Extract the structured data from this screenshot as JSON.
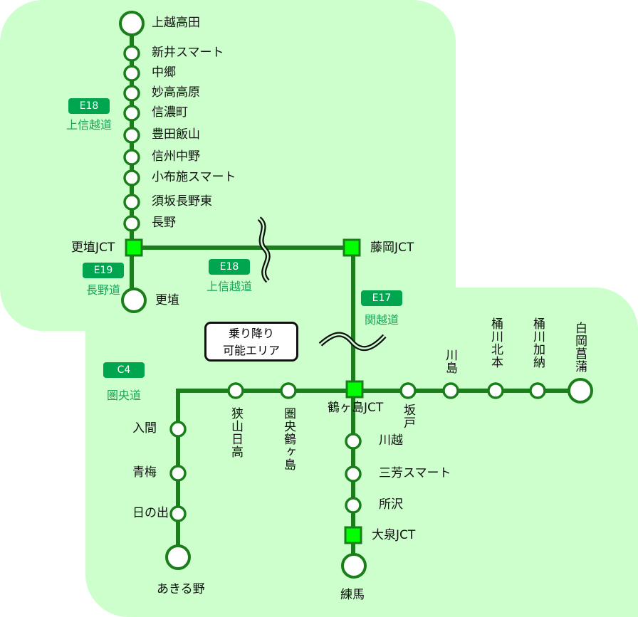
{
  "routes": [
    {
      "code": "E18",
      "name": "上信越道"
    },
    {
      "code": "E19",
      "name": "長野道"
    },
    {
      "code": "E18",
      "name": "上信越道"
    },
    {
      "code": "E17",
      "name": "関越道"
    },
    {
      "code": "C4",
      "name": "圏央道"
    }
  ],
  "note": {
    "line1": "乗り降り",
    "line2": "可能エリア"
  },
  "stations": {
    "joshinetsu": [
      "上越高田",
      "新井スマート",
      "中郷",
      "妙高高原",
      "信濃町",
      "豊田飯山",
      "信州中野",
      "小布施スマート",
      "須坂長野東",
      "長野"
    ],
    "kosyoku_jct": "更埴JCT",
    "kosyoku": "更埴",
    "fujioka_jct": "藤岡JCT",
    "kanetsu": [
      "川越",
      "三芳スマート",
      "所沢"
    ],
    "oizumi_jct": "大泉JCT",
    "nerima": "練馬",
    "tsurugashima_jct": "鶴ヶ島JCT",
    "ken_east": [
      "坂戸",
      "川島",
      "桶川北本",
      "桶川加納",
      "白岡菖蒲"
    ],
    "ken_mid": [
      "狭山日高",
      "圏央鶴ヶ島"
    ],
    "ken_west": [
      "入間",
      "青梅",
      "日の出",
      "あきる野"
    ]
  },
  "colors": {
    "line": "#1a7f1a",
    "jct": "#00ff00",
    "badge": "#00a550",
    "bg": "#ccffcc"
  }
}
